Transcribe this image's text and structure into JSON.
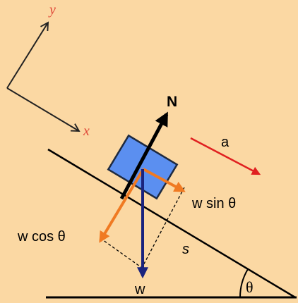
{
  "diagram": {
    "background_color": "#FBD8A3",
    "axes": {
      "x_label": "x",
      "y_label": "y",
      "color": "#222222",
      "label_color": "#E04A3A"
    },
    "labels": {
      "normal": "N",
      "acceleration": "a",
      "weight_parallel": "w sin θ",
      "weight_perpendicular": "w cos θ",
      "weight": "w",
      "displacement": "s",
      "angle": "θ"
    },
    "colors": {
      "block": "#5B8FF0",
      "block_border": "#1E2A40",
      "normal_arrow": "#000000",
      "weight_arrow": "#1A237E",
      "component_arrows": "#F07A22",
      "acceleration_arrow": "#E02020",
      "incline": "#000000"
    }
  }
}
